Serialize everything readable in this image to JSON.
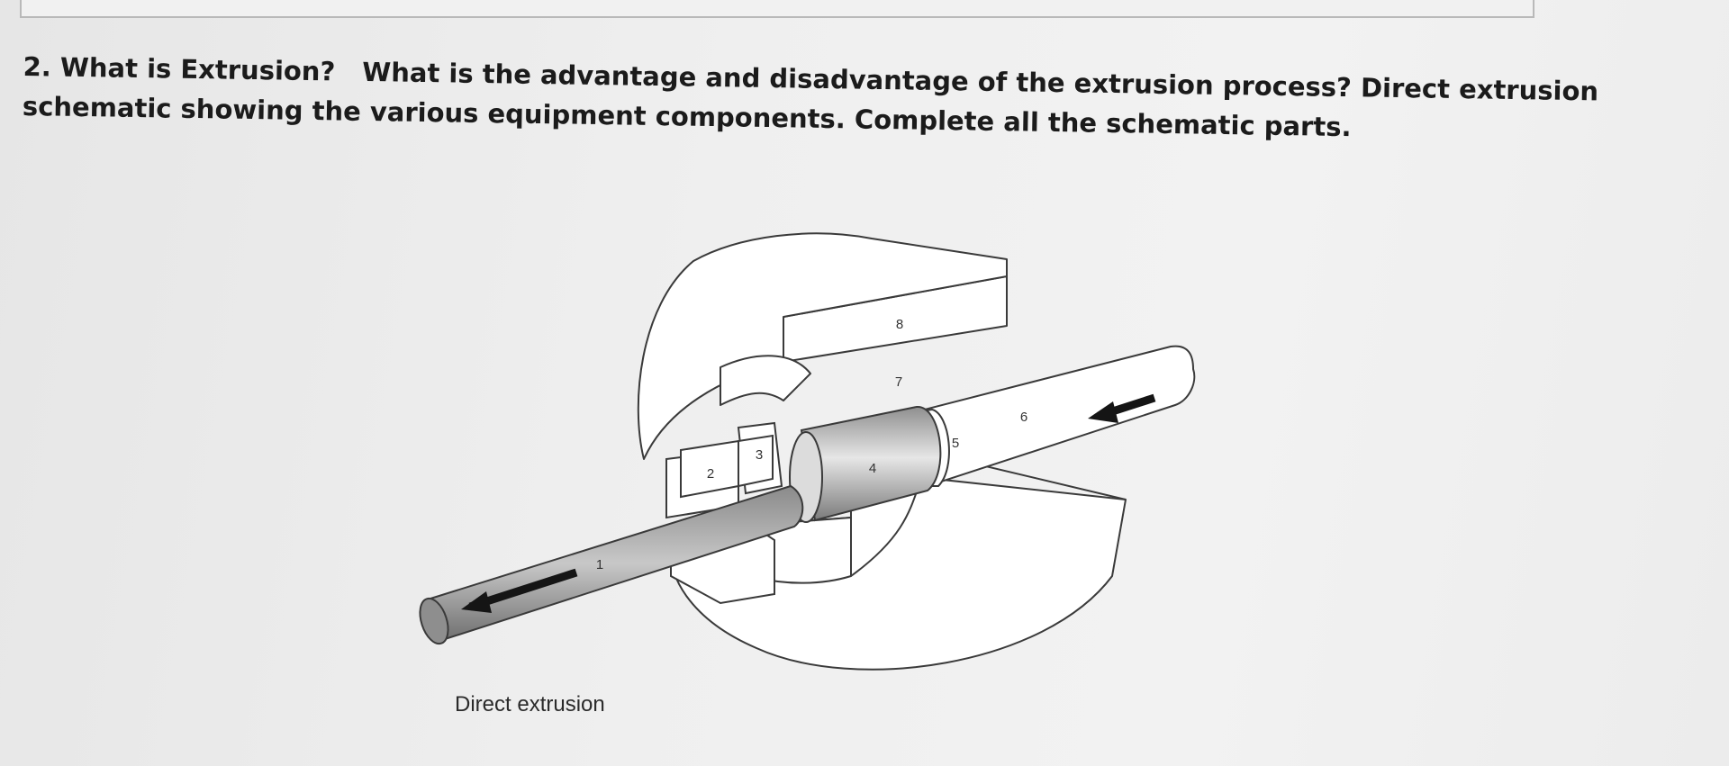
{
  "question": {
    "number": "2.",
    "part1": "What is Extrusion?",
    "part2": "What is the advantage and disadvantage of the extrusion process? Direct extrusion schematic showing the various equipment components. Complete all the schematic parts."
  },
  "figure": {
    "caption": "Direct extrusion",
    "part_labels": [
      "1",
      "2",
      "3",
      "4",
      "5",
      "6",
      "7",
      "8"
    ]
  }
}
